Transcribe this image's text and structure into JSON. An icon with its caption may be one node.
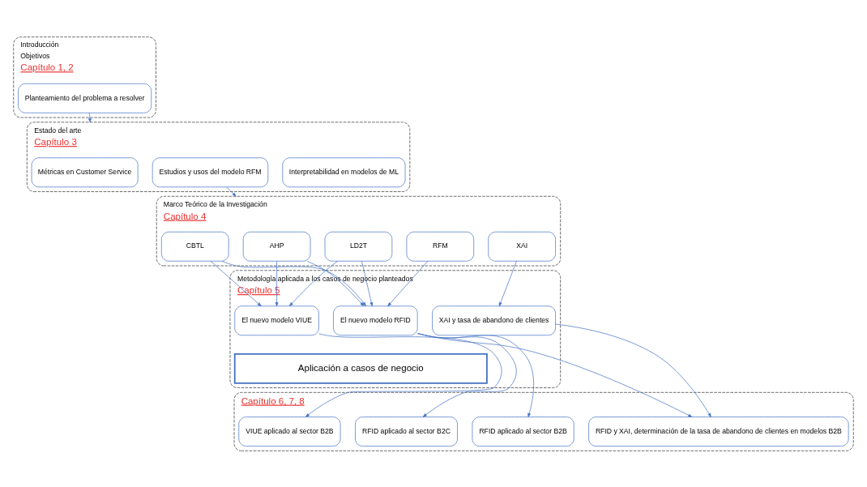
{
  "diagram": {
    "nodes": [
      {
        "text": [
          "Introducción",
          "Objetivos",
          "Capítulo 1, 2"
        ]
      },
      {
        "text": [
          "Planteamiento del problema a resolver"
        ],
        "in": 0
      },
      {
        "text": [
          "Estado del arte",
          "Capítulo 3"
        ]
      },
      {
        "text": [
          "Métricas en Customer Service"
        ],
        "in": 2
      },
      {
        "text": [
          "Estudios y usos del modelo RFM"
        ],
        "in": 2
      },
      {
        "text": [
          "Interpretabilidad en modelos de ML"
        ],
        "in": 2
      },
      {
        "text": [
          "Marco Teórico de la Investigación",
          "Capítulo 4"
        ]
      },
      {
        "text": [
          "AHP"
        ],
        "in": 6
      },
      {
        "text": [
          "LD2T"
        ],
        "in": 6
      },
      {
        "text": [
          "CBTL"
        ],
        "in": 6
      },
      {
        "text": [
          "RFM"
        ],
        "in": 6
      },
      {
        "text": [
          "XAI"
        ],
        "in": 6
      },
      {
        "text": [
          "Metodología aplicada a los casos de negocio planteados",
          "Capítulo 5"
        ]
      },
      {
        "text": [
          "El nuevo modelo RFID"
        ],
        "in": 12
      },
      {
        "text": [
          "El nuevo modelo VIUE"
        ],
        "in": 12
      },
      {
        "text": [
          "XAI y tasa de abandono de clientes"
        ],
        "in": 12
      },
      {
        "text": [
          "Aplicación a casos de negocio"
        ],
        "in": 12
      },
      {
        "text": [
          "Capítulo 6, 7, 8"
        ]
      },
      {
        "text": [
          "RFID aplicado al sector B2C"
        ],
        "in": 17
      },
      {
        "text": [
          "RFID aplicado al sector B2B"
        ],
        "in": 17
      },
      {
        "text": [
          "VIUE aplicado al sector B2B"
        ],
        "in": 17
      },
      {
        "text": [
          "RFID y XAI, determinación de la tasa de abandono de clientes en modelos B2B"
        ],
        "in": 17
      }
    ],
    "edges": [
      {
        "from": 1,
        "to": 2,
        "arrow": "to"
      },
      {
        "from": 4,
        "to": 6,
        "arrow": "to"
      },
      {
        "from": 7,
        "to": 13,
        "arrow": "to"
      },
      {
        "from": 7,
        "to": 14,
        "arrow": "to"
      },
      {
        "from": 8,
        "to": 13,
        "arrow": "to"
      },
      {
        "from": 8,
        "to": 14,
        "arrow": "to"
      },
      {
        "from": 9,
        "to": 13,
        "arrow": "to"
      },
      {
        "from": 9,
        "to": 14,
        "arrow": "to"
      },
      {
        "from": 10,
        "to": 13,
        "arrow": "to"
      },
      {
        "from": 11,
        "to": 15,
        "arrow": "to"
      },
      {
        "from": 13,
        "to": 18,
        "arrow": "to"
      },
      {
        "from": 13,
        "to": 19,
        "arrow": "to"
      },
      {
        "from": 13,
        "to": 21,
        "arrow": "to"
      },
      {
        "from": 14,
        "to": 20,
        "arrow": "to"
      },
      {
        "from": 15,
        "to": 21,
        "arrow": "to"
      }
    ]
  }
}
